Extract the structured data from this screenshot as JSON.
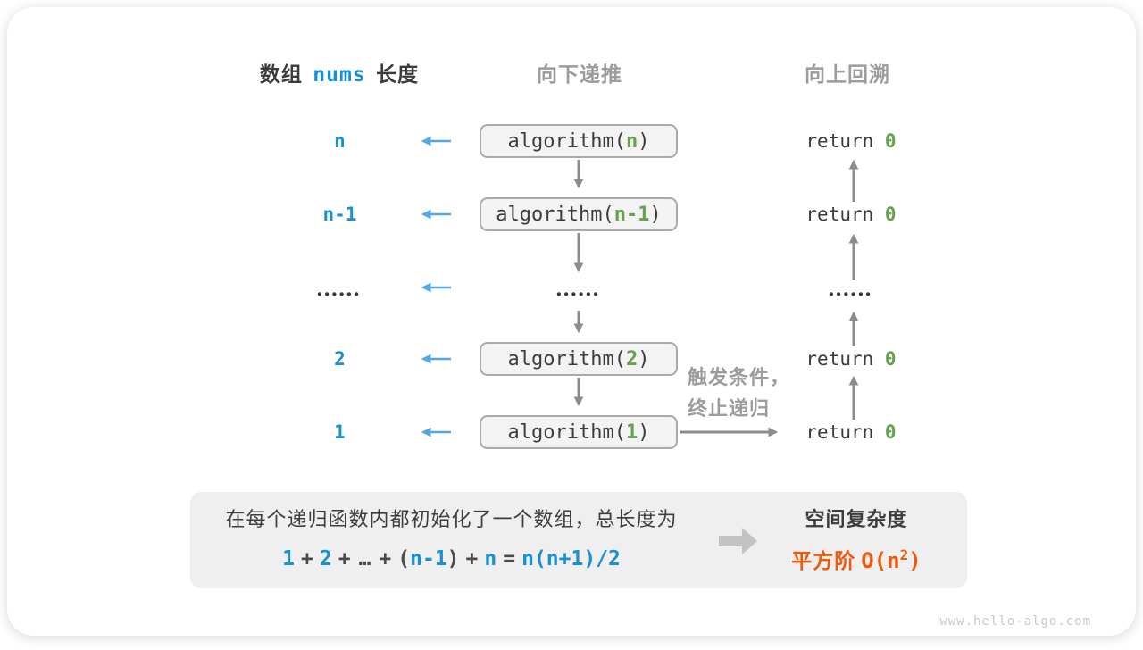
{
  "colors": {
    "label_blue": "#1790d5",
    "arrow_blue": "#54a7e6",
    "green": "#63a24f",
    "orange": "#ee5a0d",
    "gray_text": "#9c9c9c",
    "dark_text": "#3c3c3c",
    "gray_arrow": "#8c8c8c",
    "box_fill": "#f3f3f3",
    "box_border": "#a9a9a9",
    "summary_fill": "#efefef"
  },
  "headers": {
    "col1_prefix": "数组",
    "col1_code": "nums",
    "col1_suffix": "长度",
    "col2": "向下递推",
    "col3": "向上回溯"
  },
  "rows": [
    {
      "label": "n",
      "call_prefix": "algorithm(",
      "call_arg": "n",
      "call_suffix": ")",
      "ret_keyword": "return ",
      "ret_value": "0"
    },
    {
      "label": "n-1",
      "call_prefix": "algorithm(",
      "call_arg": "n-1",
      "call_suffix": ")",
      "ret_keyword": "return ",
      "ret_value": "0"
    },
    {
      "dots": "••••••"
    },
    {
      "label": "2",
      "call_prefix": "algorithm(",
      "call_arg": "2",
      "call_suffix": ")",
      "ret_keyword": "return ",
      "ret_value": "0"
    },
    {
      "label": "1",
      "call_prefix": "algorithm(",
      "call_arg": "1",
      "call_suffix": ")",
      "ret_keyword": "return ",
      "ret_value": "0"
    }
  ],
  "trigger_note": {
    "line1": "触发条件，",
    "line2": "终止递归"
  },
  "summary": {
    "line1": "在每个递归函数内都初始化了一个数组，总长度为",
    "formula": {
      "n1": "1",
      "op1": "+",
      "n2": "2",
      "op2": "+",
      "dots": "…",
      "op3": "+",
      "lp": "(",
      "n3": "n-1",
      "rp": ")",
      "op4": "+",
      "n4": "n",
      "eq": "=",
      "n5": "n(n+1)/2"
    },
    "result_title": "空间复杂度",
    "result_label": "平方阶",
    "result_o_prefix": "O(n",
    "result_o_sup": "2",
    "result_o_suffix": ")"
  },
  "watermark": "www.hello-algo.com"
}
